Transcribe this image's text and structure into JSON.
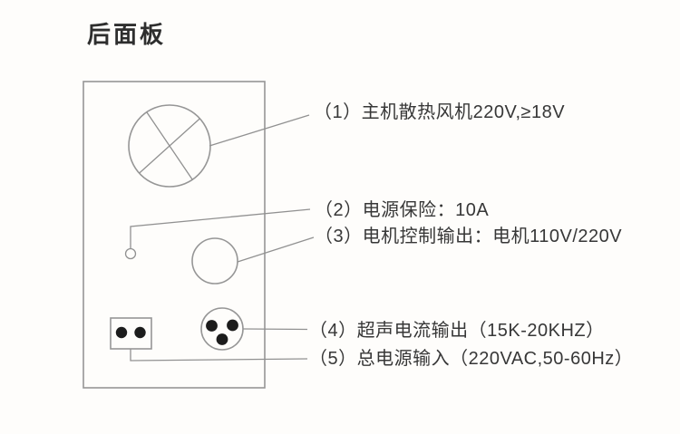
{
  "page": {
    "title": "后面板"
  },
  "colors": {
    "background": "#fefdfb",
    "diagram_line": "#919191",
    "panel_border": "#969696",
    "pin_fill": "#1c1c1c",
    "text": "#373737"
  },
  "diagram": {
    "components": [
      {
        "name": "cooling-fan-symbol",
        "shape": "circle-with-cross-blades"
      },
      {
        "name": "fuse-holder-symbol",
        "shape": "small-circle"
      },
      {
        "name": "motor-control-output-symbol",
        "shape": "circle"
      },
      {
        "name": "mains-socket-symbol",
        "shape": "rectangle-with-two-pins"
      },
      {
        "name": "ultrasonic-output-connector-symbol",
        "shape": "circle-with-three-pins"
      }
    ]
  },
  "labels": [
    {
      "num": "1",
      "text": "（1）主机散热风机220V,≥18V"
    },
    {
      "num": "2",
      "text": "（2）电源保险：10A"
    },
    {
      "num": "3",
      "text": "（3）电机控制输出：电机110V/220V"
    },
    {
      "num": "4",
      "text": "（4）超声电流输出（15K-20KHZ）"
    },
    {
      "num": "5",
      "text": "（5）总电源输入（220VAC,50-60Hz）"
    }
  ]
}
